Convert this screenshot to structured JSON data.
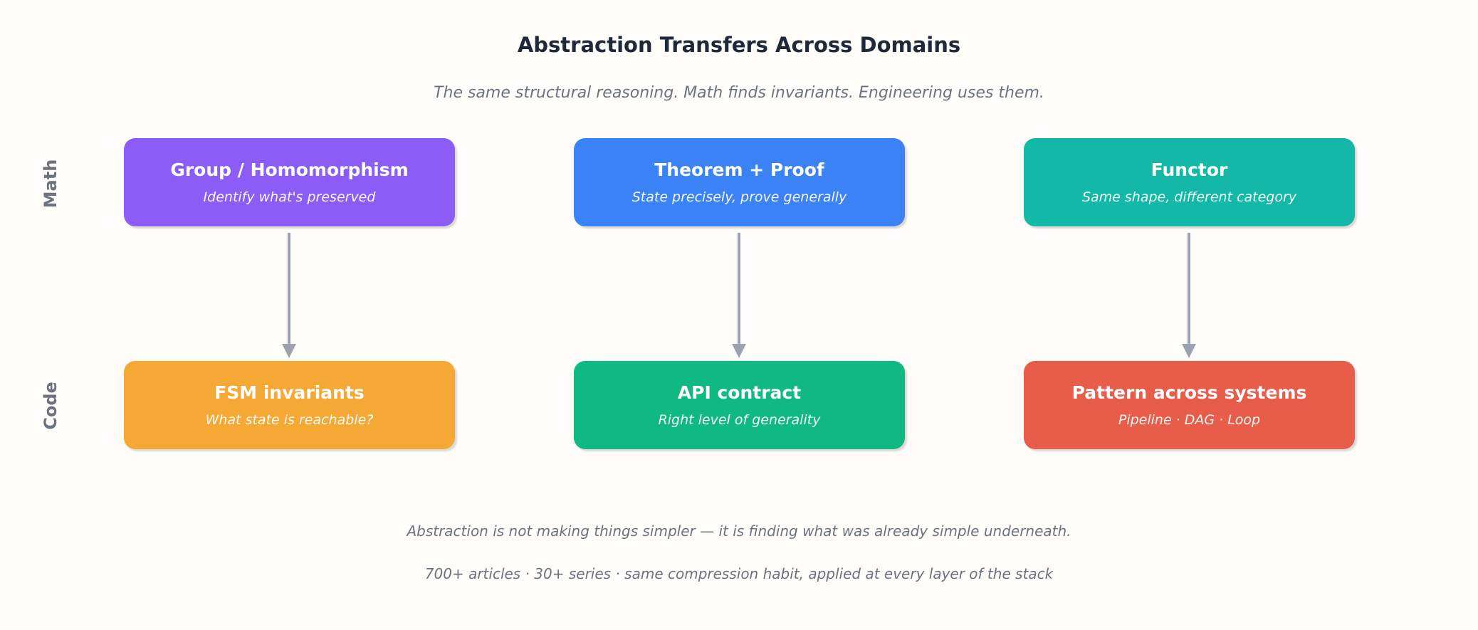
{
  "title": "Abstraction Transfers Across Domains",
  "subtitle": "The same structural reasoning. Math finds invariants. Engineering uses them.",
  "rows": {
    "math": "Math",
    "code": "Code"
  },
  "math_boxes": [
    {
      "title": "Group / Homomorphism",
      "sub": "Identify what's preserved",
      "color": "#8b5cf6"
    },
    {
      "title": "Theorem + Proof",
      "sub": "State precisely, prove generally",
      "color": "#3b82f6"
    },
    {
      "title": "Functor",
      "sub": "Same shape, different category",
      "color": "#14b8a6"
    }
  ],
  "code_boxes": [
    {
      "title": "FSM invariants",
      "sub": "What state is reachable?",
      "color": "#f5a834"
    },
    {
      "title": "API contract",
      "sub": "Right level of generality",
      "color": "#10b981"
    },
    {
      "title": "Pattern across systems",
      "sub": "Pipeline · DAG · Loop",
      "color": "#e85c4a"
    }
  ],
  "arrow_color": "#9ca3af",
  "footer": {
    "line1": "Abstraction is not making things simpler — it is finding what was already simple underneath.",
    "line2": "700+ articles · 30+ series · same compression habit, applied at every layer of the stack"
  }
}
